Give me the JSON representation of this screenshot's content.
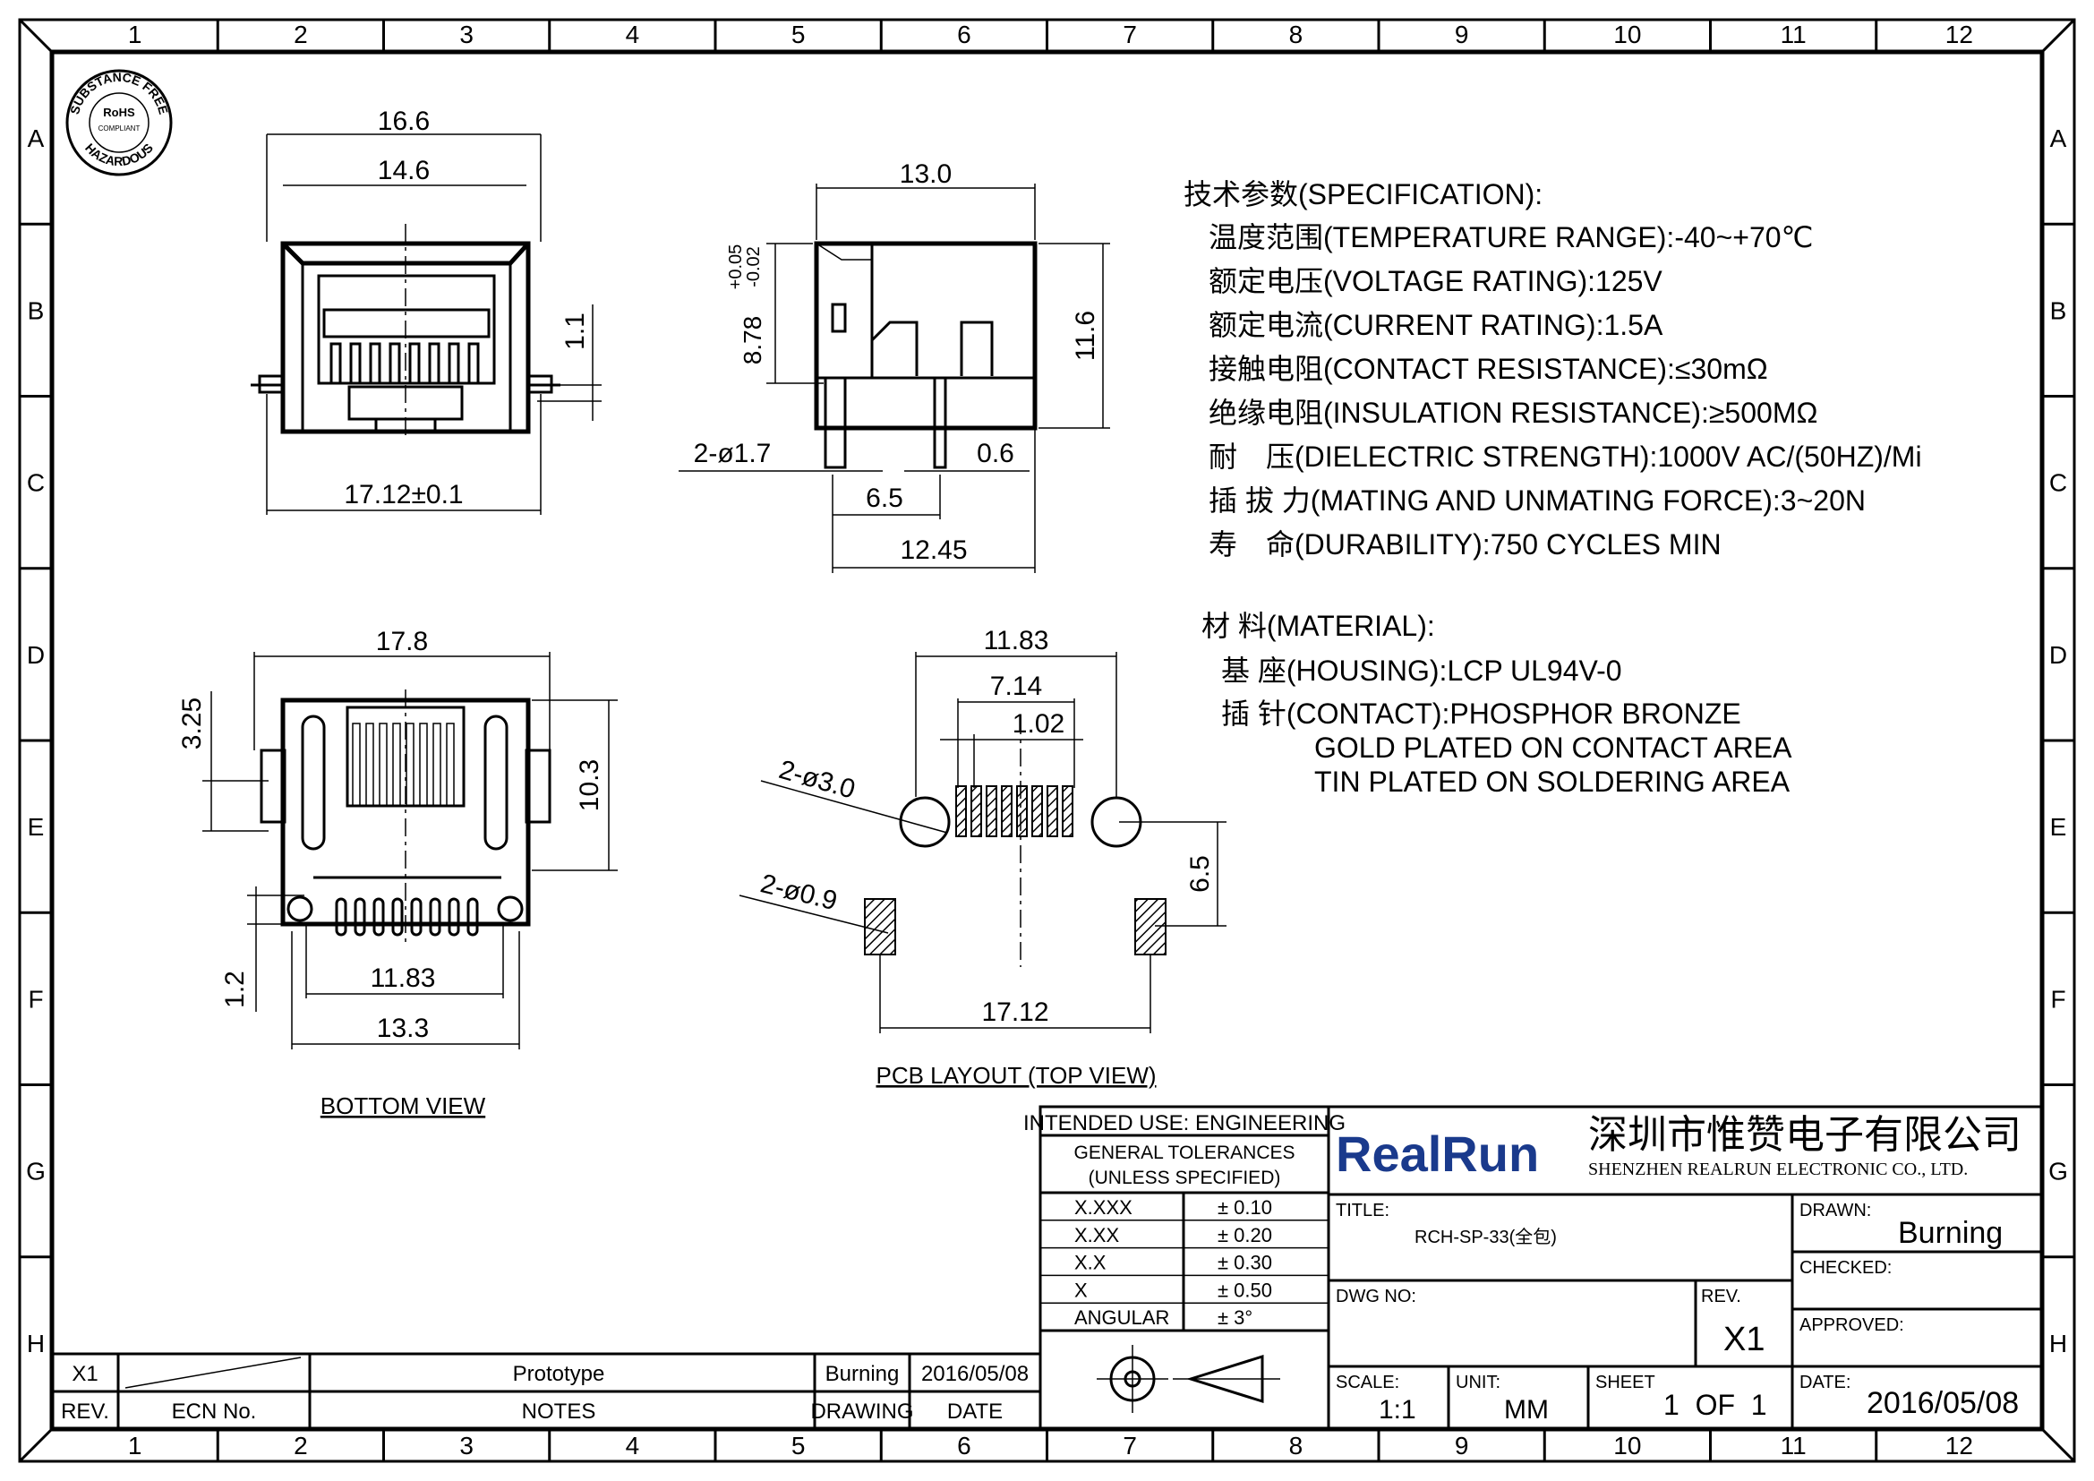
{
  "border": {
    "columns": [
      "1",
      "2",
      "3",
      "4",
      "5",
      "6",
      "7",
      "8",
      "9",
      "10",
      "11",
      "12"
    ],
    "rows": [
      "A",
      "B",
      "C",
      "D",
      "E",
      "F",
      "G",
      "H"
    ]
  },
  "rohs": {
    "top_text": "SUBSTANCE FREE",
    "bottom_text": "HAZARDOUS",
    "center": "RoHS",
    "sub": "COMPLIANT"
  },
  "front_view": {
    "dim_width_outer": "16.6",
    "dim_width_inner": "14.6",
    "dim_base": "17.12±0.1",
    "dim_tab": "1.1"
  },
  "side_view": {
    "dim_depth": "13.0",
    "dim_height": "11.6",
    "dim_opening": "8.78",
    "tol_plus": "+0.05",
    "tol_minus": "-0.02",
    "dim_pin_dia": "2-ø1.7",
    "dim_pin_w": "0.6",
    "dim_pin_pitch": "6.5",
    "dim_length": "12.45"
  },
  "bottom_view": {
    "dim_width": "17.8",
    "dim_3_25": "3.25",
    "dim_10_3": "10.3",
    "dim_1_2": "1.2",
    "dim_11_83": "11.83",
    "dim_13_3": "13.3",
    "caption": "BOTTOM VIEW"
  },
  "pcb_layout": {
    "dim_11_83": "11.83",
    "dim_7_14": "7.14",
    "dim_1_02": "1.02",
    "dim_hole_large": "2-ø3.0",
    "dim_hole_small": "2-ø0.9",
    "dim_6_5": "6.5",
    "dim_17_12": "17.12",
    "caption": "PCB LAYOUT (TOP VIEW)"
  },
  "spec": {
    "heading": "技术参数(SPECIFICATION):",
    "lines": [
      "温度范围(TEMPERATURE RANGE):-40~+70℃",
      "额定电压(VOLTAGE RATING):125V",
      "额定电流(CURRENT RATING):1.5A",
      "接触电阻(CONTACT RESISTANCE):≤30mΩ",
      "绝缘电阻(INSULATION RESISTANCE):≥500MΩ",
      "耐　压(DIELECTRIC STRENGTH):1000V AC/(50HZ)/Mi",
      "插 拔 力(MATING AND UNMATING FORCE):3~20N",
      "寿　命(DURABILITY):750 CYCLES MIN"
    ]
  },
  "material": {
    "heading": "材 料(MATERIAL):",
    "lines": [
      "基 座(HOUSING):LCP UL94V-0",
      "插 针(CONTACT):PHOSPHOR BRONZE",
      "GOLD PLATED ON CONTACT AREA",
      "TIN PLATED ON SOLDERING AREA"
    ]
  },
  "tolerance_block": {
    "intended_use": "INTENDED USE: ENGINEERING",
    "general": "GENERAL TOLERANCES",
    "unless": "(UNLESS SPECIFIED)",
    "rows": [
      {
        "k": "X.XXX",
        "v": "± 0.10"
      },
      {
        "k": "X.XX",
        "v": "± 0.20"
      },
      {
        "k": "X.X",
        "v": "± 0.30"
      },
      {
        "k": "X",
        "v": "± 0.50"
      },
      {
        "k": "ANGULAR",
        "v": "± 3°"
      }
    ]
  },
  "company": {
    "logo": "RealRun",
    "cn_name": "深圳市惟赞电子有限公司",
    "en_name": "SHENZHEN REALRUN ELECTRONIC CO., LTD.",
    "logo_color": "#1a3a8c"
  },
  "title_block": {
    "title_label": "TITLE:",
    "title_value": "RCH-SP-33(全包)",
    "drawn_label": "DRAWN:",
    "drawn_value": "Burning",
    "checked_label": "CHECKED:",
    "dwg_label": "DWG NO:",
    "rev_label": "REV.",
    "rev_value": "X1",
    "approved_label": "APPROVED:",
    "scale_label": "SCALE:",
    "scale_value": "1:1",
    "unit_label": "UNIT:",
    "unit_value": "MM",
    "sheet_label": "SHEET",
    "sheet_value": "1  OF  1",
    "date_label": "DATE:",
    "date_value": "2016/05/08"
  },
  "revision": {
    "rev": "X1",
    "notes": "Prototype",
    "drawn_by": "Burning",
    "date": "2016/05/08",
    "h_rev": "REV.",
    "h_ecn": "ECN No.",
    "h_notes": "NOTES",
    "h_drawing": "DRAWING",
    "h_date": "DATE"
  }
}
